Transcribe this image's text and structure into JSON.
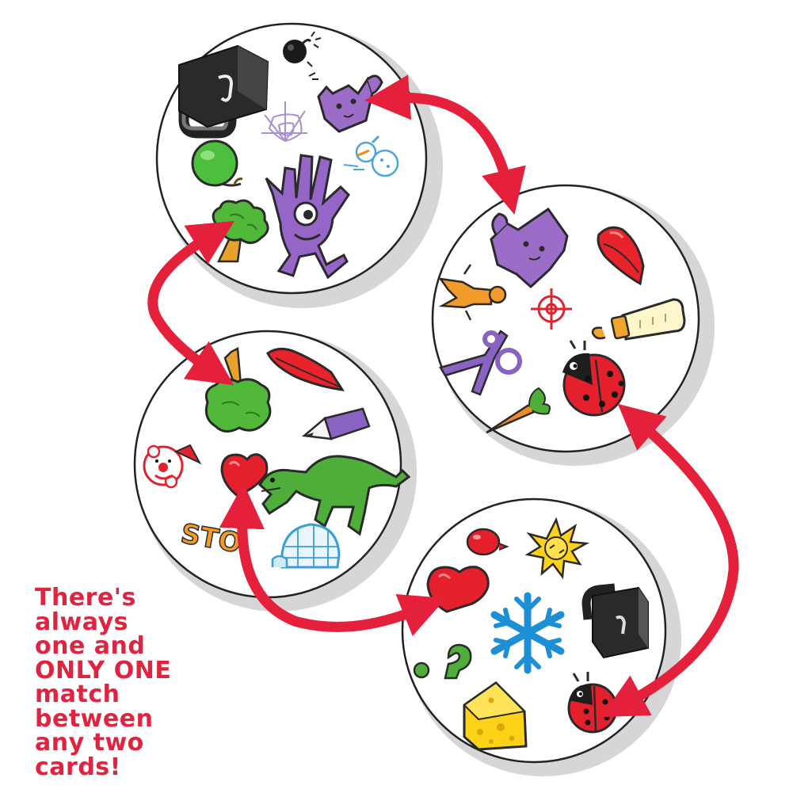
{
  "tagline": {
    "lines": [
      "There's",
      "always",
      "one and",
      "ONLY ONE",
      "match",
      "between",
      "any two",
      "cards!"
    ]
  },
  "cards": [
    {
      "id": "card-1",
      "symbols": [
        "padlock",
        "bomb",
        "cat",
        "spider-web",
        "apple",
        "snowman",
        "hand",
        "tree"
      ]
    },
    {
      "id": "card-2",
      "symbols": [
        "cat",
        "lips",
        "man",
        "target",
        "baby-bottle",
        "scissors",
        "ladybug",
        "carrot"
      ]
    },
    {
      "id": "card-3",
      "symbols": [
        "tree",
        "lips",
        "pencil",
        "clown",
        "heart",
        "dinosaur",
        "stop",
        "igloo"
      ]
    },
    {
      "id": "card-4",
      "symbols": [
        "balloon",
        "sun",
        "heart",
        "snowflake",
        "padlock",
        "question-mark",
        "cheese",
        "ladybug"
      ]
    }
  ],
  "stop_sign_text": "STO",
  "colors": {
    "arrow": "#e4203a",
    "tagline": "#e0233f",
    "card_fill": "#ffffff",
    "card_shadow": "#d6d6d6"
  },
  "matches": [
    {
      "cards": [
        "card-1",
        "card-2"
      ],
      "symbol": "cat"
    },
    {
      "cards": [
        "card-1",
        "card-3"
      ],
      "symbol": "tree"
    },
    {
      "cards": [
        "card-2",
        "card-4"
      ],
      "symbol": "ladybug"
    },
    {
      "cards": [
        "card-3",
        "card-4"
      ],
      "symbol": "heart"
    }
  ]
}
